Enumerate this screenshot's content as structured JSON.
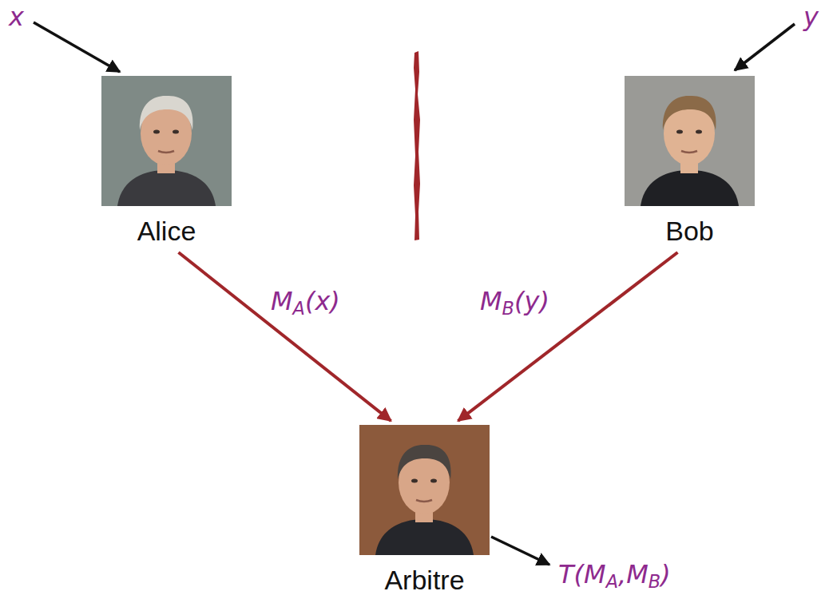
{
  "diagram": {
    "nodes": [
      {
        "text": [
          "Alice"
        ]
      },
      {
        "text": [
          "Bob"
        ]
      },
      {
        "text": [
          "Arbitre"
        ]
      }
    ],
    "edges": [
      {
        "from": 0,
        "to": 2,
        "arrow": "to",
        "label": "MA(x)"
      },
      {
        "from": 1,
        "to": 2,
        "arrow": "to",
        "label": "MB(y)"
      }
    ],
    "labels": [
      "x",
      "y",
      "T(MA,MB)"
    ]
  }
}
